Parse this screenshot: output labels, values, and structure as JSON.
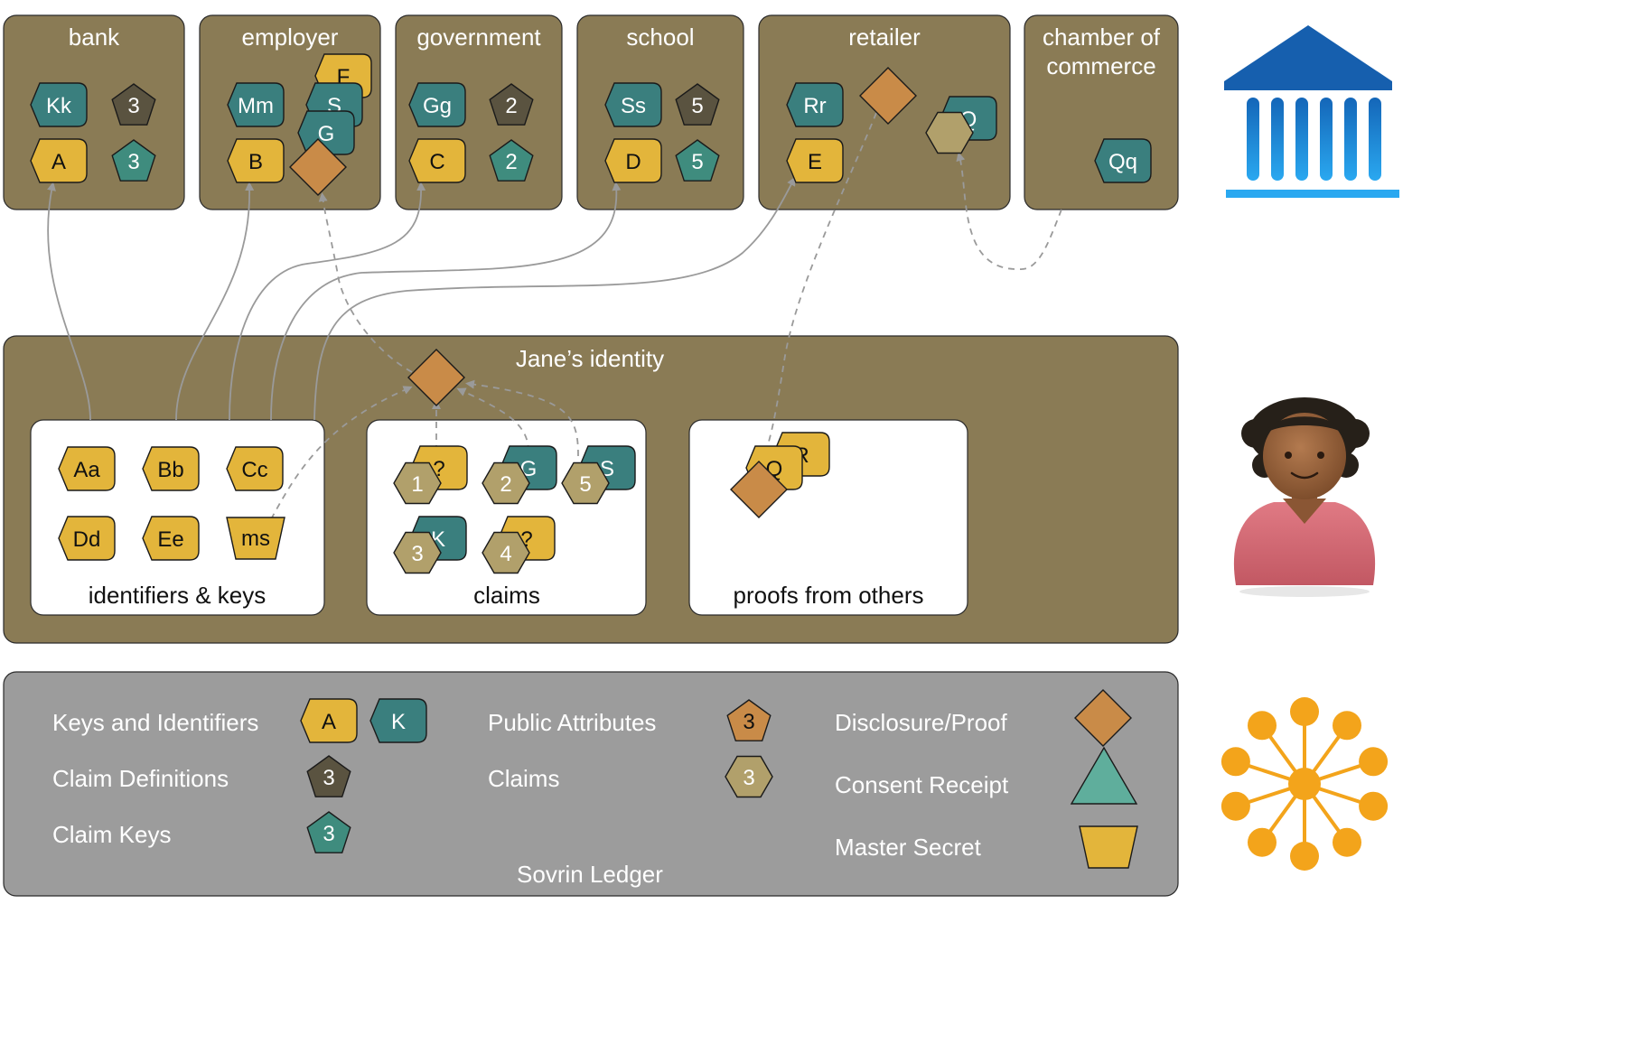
{
  "orgs": [
    {
      "name": "bank",
      "tokens": [
        "Kk",
        "3",
        "A",
        "3"
      ]
    },
    {
      "name": "employer",
      "tokens": [
        "Mm",
        "F",
        "S",
        "G",
        "B"
      ]
    },
    {
      "name": "government",
      "tokens": [
        "Gg",
        "2",
        "C",
        "2"
      ]
    },
    {
      "name": "school",
      "tokens": [
        "Ss",
        "5",
        "D",
        "5"
      ]
    },
    {
      "name": "retailer",
      "tokens": [
        "Rr",
        "E",
        "Q"
      ]
    },
    {
      "name_line1": "chamber of",
      "name_line2": "commerce",
      "tokens": [
        "Qq"
      ]
    }
  ],
  "identity": {
    "title": "Jane’s identity",
    "ids_keys": {
      "label": "identifiers & keys",
      "tokens": [
        "Aa",
        "Bb",
        "Cc",
        "Dd",
        "Ee",
        "ms"
      ]
    },
    "claims": {
      "label": "claims",
      "tokens": [
        "?",
        "1",
        "G",
        "2",
        "S",
        "5",
        "K",
        "3",
        "?",
        "4"
      ]
    },
    "proofs": {
      "label": "proofs from others",
      "tokens": [
        "R",
        "Q"
      ]
    }
  },
  "legend": {
    "title": "Sovrin Ledger",
    "keys_identifiers": {
      "label": "Keys and Identifiers",
      "samples": [
        "A",
        "K"
      ]
    },
    "claim_definitions": {
      "label": "Claim Definitions",
      "sample": "3"
    },
    "claim_keys": {
      "label": "Claim Keys",
      "sample": "3"
    },
    "public_attributes": {
      "label": "Public Attributes",
      "sample": "3"
    },
    "claims": {
      "label": "Claims",
      "sample": "3"
    },
    "disclosure_proof": {
      "label": "Disclosure/Proof"
    },
    "consent_receipt": {
      "label": "Consent Receipt"
    },
    "master_secret": {
      "label": "Master Secret"
    }
  },
  "colors": {
    "org_panel": "#8a7b55",
    "ledger_panel": "#9c9c9c",
    "identifier_gold": "#e3b53b",
    "teal": "#3a7f7e",
    "dark_pentagon": "#5a5340",
    "pentagon_teal": "#3f8c7e",
    "claim_khaki": "#b1a06b",
    "diamond": "#c98b48",
    "consent_triangle": "#5fae9c",
    "institution_blue": "#1b8fe0",
    "network_orange": "#f3a41b",
    "person_shirt": "#d46a73",
    "arrow_gray": "#9a9a9a"
  },
  "icons": [
    "institution-icon",
    "person-icon",
    "network-icon"
  ]
}
